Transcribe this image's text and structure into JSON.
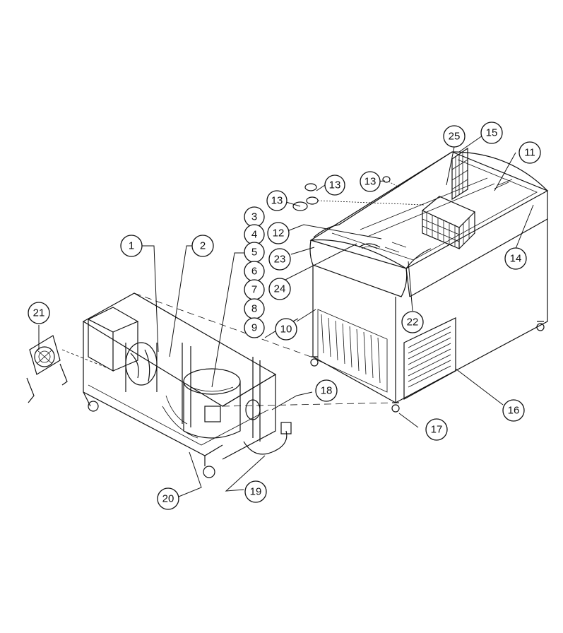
{
  "callouts": [
    {
      "id": "c1",
      "label": "1"
    },
    {
      "id": "c2",
      "label": "2"
    },
    {
      "id": "c3",
      "label": "3"
    },
    {
      "id": "c4",
      "label": "4"
    },
    {
      "id": "c5",
      "label": "5"
    },
    {
      "id": "c6",
      "label": "6"
    },
    {
      "id": "c7",
      "label": "7"
    },
    {
      "id": "c8",
      "label": "8"
    },
    {
      "id": "c9",
      "label": "9"
    },
    {
      "id": "c10",
      "label": "10"
    },
    {
      "id": "c11",
      "label": "11"
    },
    {
      "id": "c12",
      "label": "12"
    },
    {
      "id": "c13a",
      "label": "13"
    },
    {
      "id": "c13b",
      "label": "13"
    },
    {
      "id": "c13c",
      "label": "13"
    },
    {
      "id": "c14",
      "label": "14"
    },
    {
      "id": "c15",
      "label": "15"
    },
    {
      "id": "c16",
      "label": "16"
    },
    {
      "id": "c17",
      "label": "17"
    },
    {
      "id": "c18",
      "label": "18"
    },
    {
      "id": "c19",
      "label": "19"
    },
    {
      "id": "c20",
      "label": "20"
    },
    {
      "id": "c21",
      "label": "21"
    },
    {
      "id": "c22",
      "label": "22"
    },
    {
      "id": "c23",
      "label": "23"
    },
    {
      "id": "c24",
      "label": "24"
    },
    {
      "id": "c25",
      "label": "25"
    }
  ]
}
